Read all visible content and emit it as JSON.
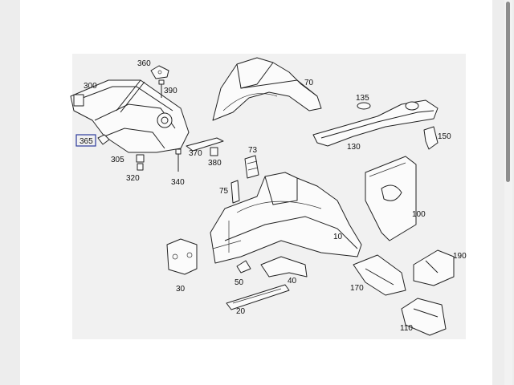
{
  "diagram": {
    "part_labels": [
      {
        "id": "p360",
        "text": "360"
      },
      {
        "id": "p300",
        "text": "300"
      },
      {
        "id": "p390",
        "text": "390"
      },
      {
        "id": "p70",
        "text": "70"
      },
      {
        "id": "p135",
        "text": "135"
      },
      {
        "id": "p365",
        "text": "365",
        "highlighted": true
      },
      {
        "id": "p130",
        "text": "130"
      },
      {
        "id": "p150",
        "text": "150"
      },
      {
        "id": "p370",
        "text": "370"
      },
      {
        "id": "p380",
        "text": "380"
      },
      {
        "id": "p73",
        "text": "73"
      },
      {
        "id": "p305",
        "text": "305"
      },
      {
        "id": "p320",
        "text": "320"
      },
      {
        "id": "p340",
        "text": "340"
      },
      {
        "id": "p75",
        "text": "75"
      },
      {
        "id": "p100",
        "text": "100"
      },
      {
        "id": "p10",
        "text": "10"
      },
      {
        "id": "p190",
        "text": "190"
      },
      {
        "id": "p30",
        "text": "30"
      },
      {
        "id": "p50",
        "text": "50"
      },
      {
        "id": "p40",
        "text": "40"
      },
      {
        "id": "p170",
        "text": "170"
      },
      {
        "id": "p20",
        "text": "20"
      },
      {
        "id": "p110",
        "text": "110"
      }
    ],
    "highlight_color": "#2b3a9b"
  }
}
